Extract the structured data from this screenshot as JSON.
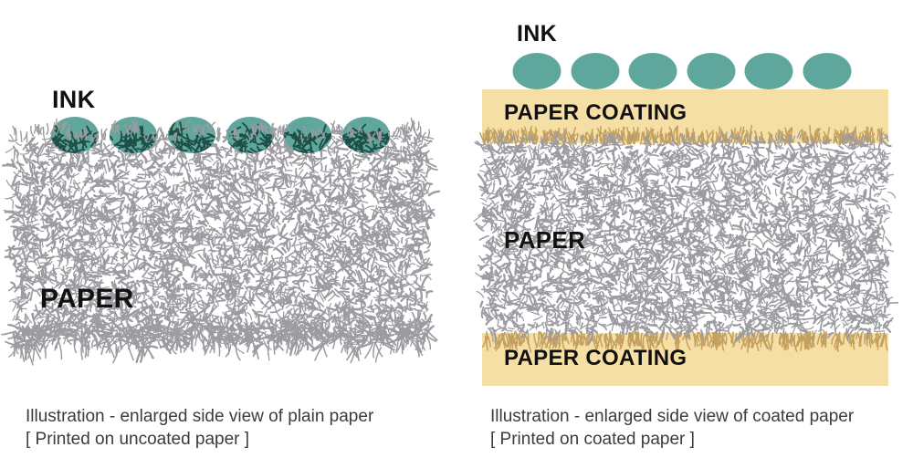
{
  "panels": [
    {
      "id": "uncoated",
      "ink_label": "INK",
      "paper_label": "PAPER",
      "ink_dots": 6,
      "caption_line1": "Illustration - enlarged side view of plain paper",
      "caption_line2": "[ Printed on uncoated paper ]"
    },
    {
      "id": "coated",
      "ink_label": "INK",
      "paper_label": "PAPER",
      "ink_dots": 6,
      "coating_label_top": "PAPER COATING",
      "coating_label_bottom": "PAPER COATING",
      "caption_line1": "Illustration - enlarged side view of coated paper",
      "caption_line2": "[ Printed on coated paper ]"
    }
  ],
  "colors": {
    "background": "#FFFFFF",
    "ink_teal": "#5FA79C",
    "ink_fiber_dark": "#1E4F47",
    "coating_tan": "#F6DFA4",
    "coating_fiber_tan": "#C3A05F",
    "paper_fiber_gray": "#9B9BA1",
    "label_black": "#111111",
    "caption_gray": "#3C3C3C"
  }
}
